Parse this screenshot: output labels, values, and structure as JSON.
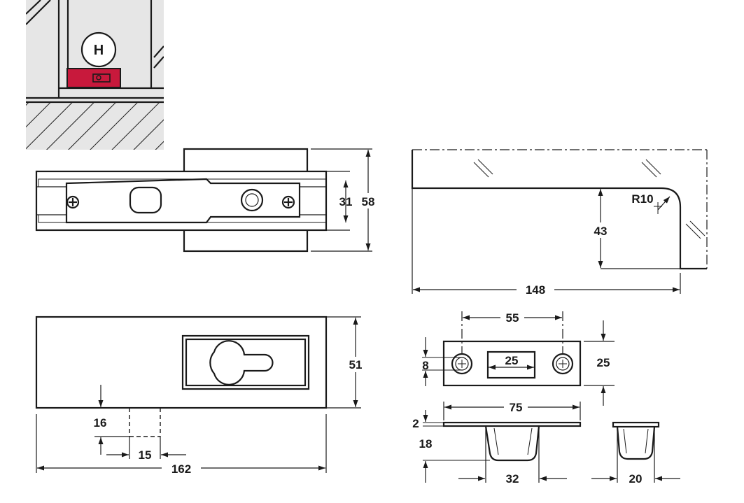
{
  "colors": {
    "line": "#1a1a1a",
    "inset_background": "#e6e6e6",
    "accent_red": "#c8193c"
  },
  "inset": {
    "badge_letter": "H"
  },
  "dimensions": {
    "height_31": "31",
    "height_58": "58",
    "radius": "R10",
    "height_43": "43",
    "length_148": "148",
    "height_51": "51",
    "depth_16": "16",
    "width_15": "15",
    "length_162": "162",
    "spacing_55": "55",
    "slot_25": "25",
    "hole_8": "8",
    "height_25": "25",
    "width_75": "75",
    "thickness_2": "2",
    "depth_18": "18",
    "width_32": "32",
    "width_20": "20"
  }
}
